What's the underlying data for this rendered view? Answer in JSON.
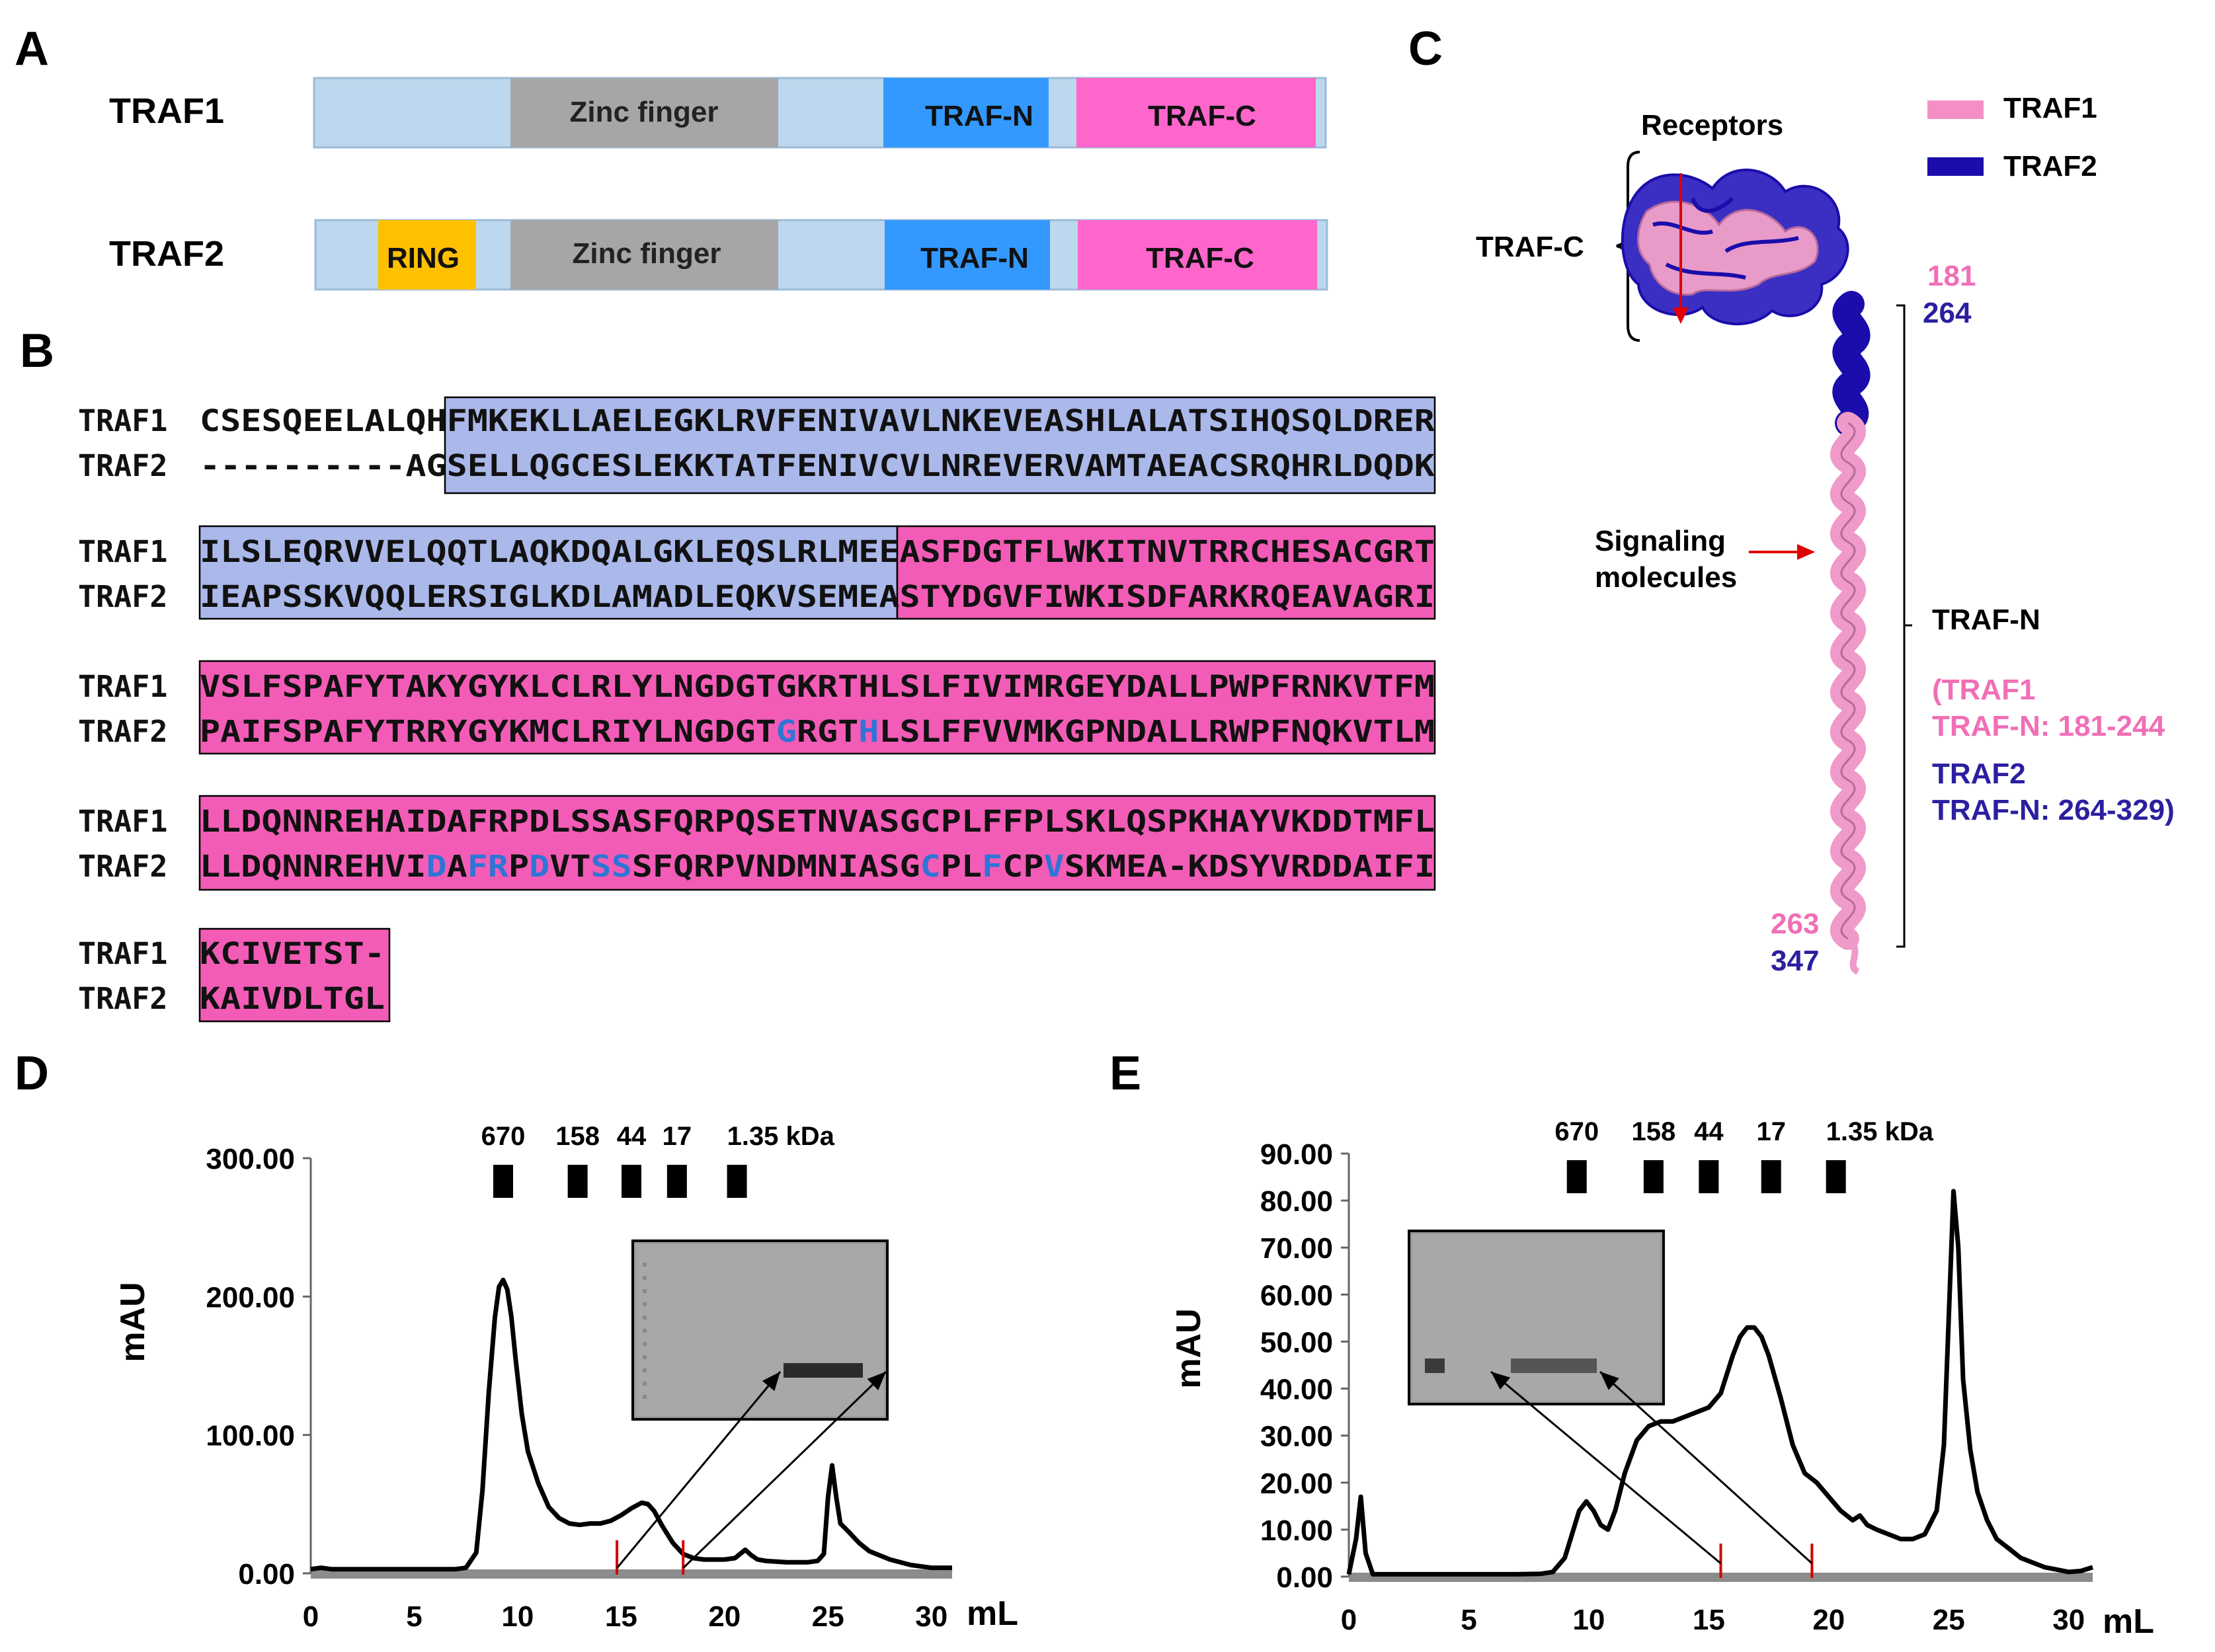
{
  "panels": {
    "A": {
      "label": "A",
      "rows": [
        {
          "name": "TRAF1",
          "domains": [
            {
              "label": "",
              "color": "#bdd7ee"
            },
            {
              "label": "Zinc finger",
              "color": "#a6a6a6"
            },
            {
              "label": "TRAF-N",
              "color": "#3399ff"
            },
            {
              "label": "TRAF-C",
              "color": "#ff66cc"
            }
          ]
        },
        {
          "name": "TRAF2",
          "domains": [
            {
              "label": "",
              "color": "#bdd7ee"
            },
            {
              "label": "RING",
              "color": "#ffc000"
            },
            {
              "label": "Zinc finger",
              "color": "#a6a6a6"
            },
            {
              "label": "TRAF-N",
              "color": "#3399ff"
            },
            {
              "label": "TRAF-C",
              "color": "#ff66cc"
            }
          ]
        }
      ]
    },
    "B": {
      "label": "B",
      "blocks": [
        {
          "traf1": "CSESQEELALQHFMKEKLLAELEGKLRVFENIVAVLNKEVEASHLALATSIHQSQLDRER",
          "traf2": "----------AGSELLQGCESLEKKTATFENIVCVLNREVERVAMTAEACSRQHRLDQDK"
        },
        {
          "traf1": "ILSLEQRVVELQQTLAQKDQALGKLEQSLRLMEEASFDGTFLWKITNVTRRCHESACGRT",
          "traf2": "IEAPSSKVQQLERSIGLKDLAMADLEQKVSEMEASTYDGVFIWKISDFARKRQEAVAGRI"
        },
        {
          "traf1": "VSLFSPAFYTAKYGYKLCLRLYLNGDGTGKRTHLSLFIVIMRGEYDALLPWPFRNKVTFM",
          "traf2": "PAIFSPAFYTRRYGYKMCLRIYLNGDGTGRGTHLSLFFVVMKGPNDALLRWPFNQKVTLM"
        },
        {
          "traf1": "LLDQNNREHAIDAFRPDLSSASFQRPQSETNVASGCPLFFPLSKLQSPKHAYVKDDTMFL",
          "traf2": "LLDQNNREHVIDAFRPDVTSSSFQRPVNDMNIASGCPLFCPVSKMEA-KDSYVRDDAIFI"
        },
        {
          "traf1": "KCIVETST-",
          "traf2": "KAIVDLTGL"
        }
      ],
      "row_names": [
        "TRAF1",
        "TRAF2"
      ],
      "highlight_color": "#2e75d6"
    },
    "C": {
      "label": "C",
      "legend": [
        {
          "name": "TRAF1",
          "color": "#f48fc6"
        },
        {
          "name": "TRAF2",
          "color": "#1a0dab"
        }
      ],
      "receptors": "Receptors",
      "traf_c": "TRAF-C",
      "signaling_line1": "Signaling",
      "signaling_line2": "molecules",
      "traf_n": "TRAF-N",
      "num_top_pink": "181",
      "num_top_blue": "264",
      "num_bottom_pink": "263",
      "num_bottom_blue": "347",
      "range1_a": "(TRAF1",
      "range1_b": "TRAF-N: 181-244",
      "range2_a": "TRAF2",
      "range2_b": "TRAF-N: 264-329)"
    },
    "D": {
      "label": "D",
      "markers": [
        "670",
        "158",
        "44",
        "17",
        "1.35 kDa"
      ],
      "ylabel": "mAU",
      "xunit": "mL"
    },
    "E": {
      "label": "E",
      "markers": [
        "670",
        "158",
        "44",
        "17",
        "1.35 kDa"
      ],
      "ylabel": "mAU",
      "xunit": "mL"
    }
  },
  "chart_data": [
    {
      "panel": "D",
      "type": "line",
      "xlabel": "mL",
      "ylabel": "mAU",
      "xlim": [
        0,
        31
      ],
      "ylim": [
        0,
        300
      ],
      "xticks": [
        0,
        5,
        10,
        15,
        20,
        25,
        30
      ],
      "yticks": [
        0,
        100,
        200,
        300
      ],
      "ytick_labels": [
        "0.00",
        "100.00",
        "200.00",
        "300.00"
      ],
      "marker_positions_ml": [
        9.3,
        12.9,
        15.5,
        17.7,
        20.6
      ],
      "fraction_marks_ml": [
        14.8,
        18.0
      ],
      "series": [
        {
          "x": [
            0,
            0.5,
            1,
            2,
            3,
            4,
            5,
            6,
            7,
            7.5,
            8,
            8.3,
            8.6,
            8.9,
            9.1,
            9.3,
            9.5,
            9.7,
            9.9,
            10.2,
            10.5,
            11,
            11.5,
            12,
            12.5,
            13,
            13.5,
            14,
            14.5,
            15,
            15.5,
            16,
            16.3,
            16.6,
            17,
            17.5,
            18,
            18.5,
            19,
            19.5,
            20,
            20.5,
            21,
            21.3,
            21.6,
            22,
            23,
            24,
            24.5,
            24.8,
            25,
            25.2,
            25.4,
            25.6,
            26,
            26.5,
            27,
            28,
            29,
            30,
            31
          ],
          "y": [
            3,
            4,
            3,
            3,
            3,
            3,
            3,
            3,
            3,
            4,
            15,
            60,
            130,
            185,
            207,
            212,
            205,
            185,
            155,
            115,
            88,
            65,
            48,
            40,
            36,
            35,
            36,
            36,
            38,
            42,
            47,
            51,
            50,
            45,
            34,
            22,
            14,
            11,
            10,
            10,
            10,
            11,
            17,
            13,
            10,
            9,
            8,
            8,
            9,
            14,
            55,
            78,
            55,
            36,
            30,
            22,
            16,
            10,
            6,
            4,
            4
          ]
        }
      ]
    },
    {
      "panel": "E",
      "type": "line",
      "xlabel": "mL",
      "ylabel": "mAU",
      "xlim": [
        0,
        31
      ],
      "ylim": [
        0,
        90
      ],
      "xticks": [
        0,
        5,
        10,
        15,
        20,
        25,
        30
      ],
      "yticks": [
        0,
        10,
        20,
        30,
        40,
        50,
        60,
        70,
        80,
        90
      ],
      "ytick_labels": [
        "0.00",
        "10.00",
        "20.00",
        "30.00",
        "40.00",
        "50.00",
        "60.00",
        "70.00",
        "80.00",
        "90.00"
      ],
      "marker_positions_ml": [
        9.5,
        12.7,
        15.0,
        17.6,
        20.3
      ],
      "fraction_marks_ml": [
        15.5,
        19.3
      ],
      "series": [
        {
          "x": [
            0,
            0.3,
            0.5,
            0.7,
            1,
            2,
            3,
            4,
            5,
            6,
            7,
            8,
            8.5,
            9,
            9.3,
            9.6,
            9.9,
            10.2,
            10.5,
            10.8,
            11.1,
            11.5,
            12,
            12.5,
            13,
            13.5,
            14,
            14.5,
            15,
            15.5,
            16,
            16.3,
            16.6,
            16.9,
            17.2,
            17.5,
            18,
            18.5,
            19,
            19.5,
            20,
            20.5,
            21,
            21.3,
            21.6,
            22,
            22.5,
            23,
            23.5,
            24,
            24.5,
            24.8,
            25,
            25.2,
            25.4,
            25.6,
            25.9,
            26.2,
            26.6,
            27,
            27.5,
            28,
            28.5,
            29,
            29.5,
            30,
            30.5,
            31
          ],
          "y": [
            0.5,
            8,
            17,
            5,
            0.5,
            0.5,
            0.5,
            0.5,
            0.5,
            0.5,
            0.5,
            0.6,
            1,
            4,
            9,
            14,
            16,
            14,
            11,
            10,
            14,
            22,
            29,
            32,
            33,
            33,
            34,
            35,
            36,
            39,
            47,
            51,
            53,
            53,
            51,
            47,
            38,
            28,
            22,
            20,
            17,
            14,
            12,
            13,
            11,
            10,
            9,
            8,
            8,
            9,
            14,
            28,
            55,
            82,
            70,
            42,
            27,
            18,
            12,
            8,
            6,
            4,
            3,
            2,
            1.5,
            1,
            1.2,
            2
          ]
        }
      ]
    }
  ]
}
